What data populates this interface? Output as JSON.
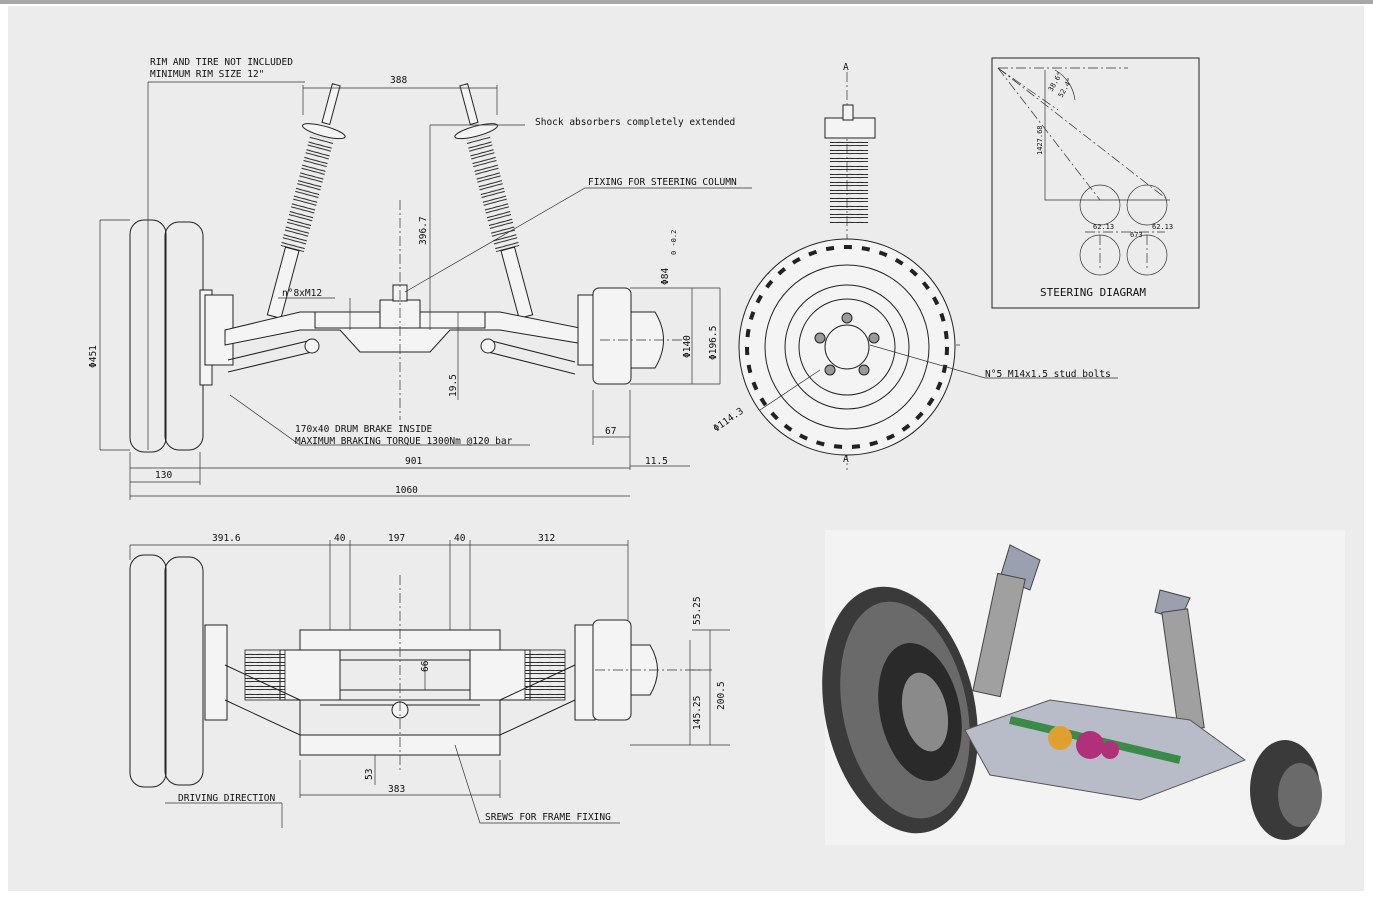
{
  "front_view": {
    "note_rim_1": "RIM AND TIRE NOT INCLUDED",
    "note_rim_2": "MINIMUM RIM SIZE 12\"",
    "dim_388": "388",
    "note_shock": "Shock absorbers completely extended",
    "note_steering": "FIXING FOR STEERING COLUMN",
    "dim_396_7": "396.7",
    "label_bolts": "n°8xM12",
    "dim_phi84": "Φ84",
    "dim_tol": "0 -0.2",
    "dim_phi140": "Φ140",
    "dim_phi196_5": "Φ196.5",
    "dim_phi451": "Φ451",
    "dim_19_5": "19.5",
    "note_brake_1": "170x40 DRUM BRAKE INSIDE",
    "note_brake_2": "MAXIMUM BRAKING TORQUE 1300Nm @120 bar",
    "dim_67": "67",
    "dim_901": "901",
    "dim_11_5": "11.5",
    "dim_130": "130",
    "dim_1060": "1060"
  },
  "side_view": {
    "section_a_top": "A",
    "section_a_bottom": "A",
    "note_studs": "N°5 M14x1.5 stud bolts",
    "dim_phi114_3": "Φ114.3"
  },
  "steering_diagram": {
    "title": "STEERING DIAGRAM",
    "angle_1": "38.6°",
    "angle_2": "52.4°",
    "dim_1427": "1427.68",
    "dim_62a": "62.13",
    "dim_673": "673",
    "dim_62b": "62.13"
  },
  "top_view": {
    "dim_391_6": "391.6",
    "dim_40a": "40",
    "dim_197": "197",
    "dim_40b": "40",
    "dim_312": "312",
    "dim_55_25": "55.25",
    "dim_66": "66",
    "dim_145_25": "145.25",
    "dim_200_5": "200.5",
    "dim_53": "53",
    "dim_383": "383",
    "note_driving": "DRIVING DIRECTION",
    "note_frame": "SREWS FOR FRAME FIXING"
  },
  "colors": {
    "background": "#ececec",
    "line": "#222222",
    "render_axle": "#9aa0b0",
    "render_green": "#3a8a4a",
    "render_magenta": "#b0307a",
    "render_orange": "#e0a030"
  },
  "icons": [
    "wheel-tire-icon",
    "shock-absorber-icon",
    "drum-brake-icon",
    "axle-render-image"
  ]
}
